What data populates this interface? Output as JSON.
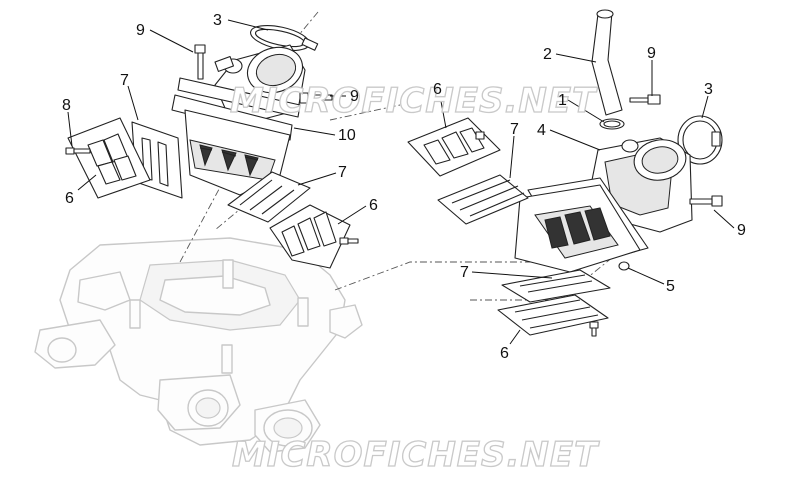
{
  "callouts": {
    "c3_left": "3",
    "c9_top_left": "9",
    "c7_left": "7",
    "c9_mid_left": "9",
    "c8": "8",
    "c10": "10",
    "c7_mid_left": "7",
    "c6_left": "6",
    "c6_mid_left": "6",
    "c2": "2",
    "c9_top_right": "9",
    "c6_top_right": "6",
    "c1": "1",
    "c3_right": "3",
    "c7_right": "7",
    "c4": "4",
    "c9_right": "9",
    "c7_low_right": "7",
    "c5": "5",
    "c6_bottom_right": "6"
  },
  "watermark": {
    "top": "MICROFICHES.NET",
    "bottom": "MICROFICHES.NET"
  },
  "colors": {
    "line": "#222222",
    "engine": "#c8c8c8",
    "watermark_outline": "#c9c9c9"
  }
}
